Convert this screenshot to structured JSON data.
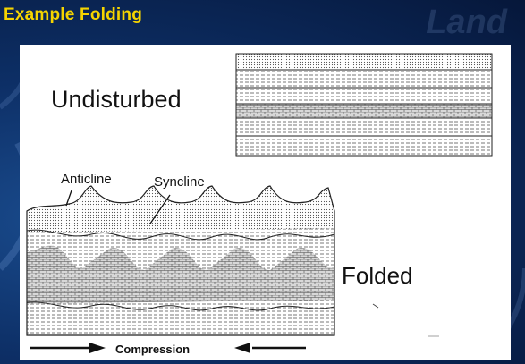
{
  "slide": {
    "title": "Example Folding",
    "watermark": "Land"
  },
  "diagram": {
    "undisturbed_label": "Undisturbed",
    "folded_label": "Folded",
    "anticline_label": "Anticline",
    "syncline_label": "Syncline",
    "compression_label": "Compression"
  },
  "colors": {
    "title": "#f5d400",
    "background": "#0d2f66",
    "panel": "#ffffff",
    "ink": "#111111"
  }
}
